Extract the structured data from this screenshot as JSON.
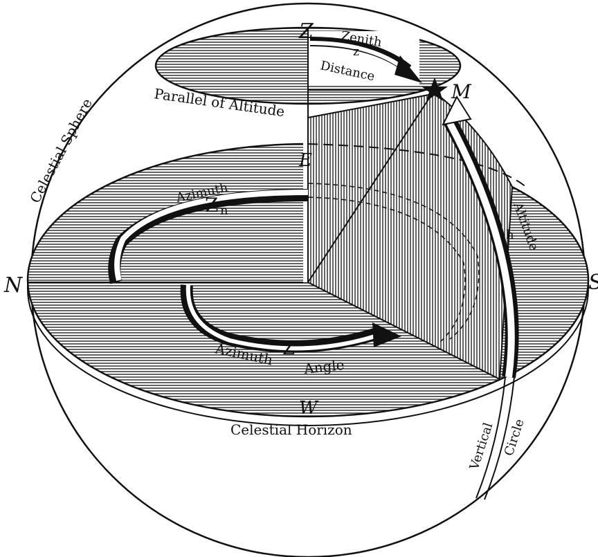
{
  "labels": {
    "zenith_point": "Z",
    "zenith_word": "Zenith",
    "zenith_z": "z",
    "distance_word": "Distance",
    "body": "M",
    "parallel": "Parallel of Altitude",
    "sphere": "Celestial Sphere",
    "east": "E",
    "north": "N",
    "south": "S",
    "west": "W",
    "azimuth_top": "Azimuth",
    "zn_main": "Z",
    "zn_sub": "n",
    "azimuth_angle_word1": "Azimuth",
    "azimuth_angle_word2": "Angle",
    "z_angle": "Z",
    "altitude_word": "Altitude",
    "altitude_h": "h",
    "horizon": "Celestial Horizon",
    "vertical_word": "Vertical",
    "circle_word": "Circle"
  },
  "colors": {
    "ink": "#111111",
    "paper": "#ffffff"
  }
}
